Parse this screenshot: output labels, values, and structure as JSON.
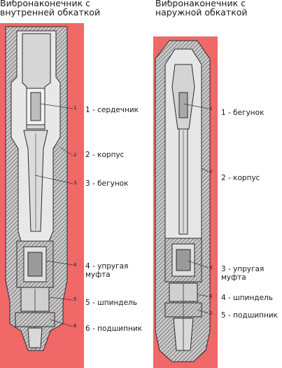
{
  "titles": {
    "left": "Вибронаконечник с\nвнутренней обкаткой",
    "right": "Вибронаконечник с\nнаружной обкаткой"
  },
  "left_callouts": [
    {
      "num": "1",
      "label": "1 - сердечник"
    },
    {
      "num": "2",
      "label": "2 - корпус"
    },
    {
      "num": "3",
      "label": "3 - бегунок"
    },
    {
      "num": "4",
      "label": "4 - упругая\nмуфта"
    },
    {
      "num": "5",
      "label": "5 - шпиндель"
    },
    {
      "num": "6",
      "label": "6 - подшипник"
    }
  ],
  "right_callouts": [
    {
      "num": "1",
      "label": "1 - бегунок"
    },
    {
      "num": "2",
      "label": "2 - корпус"
    },
    {
      "num": "3",
      "label": "3 - упругая\nмуфта"
    },
    {
      "num": "4",
      "label": "4 - шпиндель"
    },
    {
      "num": "5",
      "label": "5 - подшипник"
    }
  ],
  "colors": {
    "panel": "#f06868",
    "metal": "#d9d9d9",
    "hatch": "#555555",
    "line": "#2a2a2a"
  }
}
